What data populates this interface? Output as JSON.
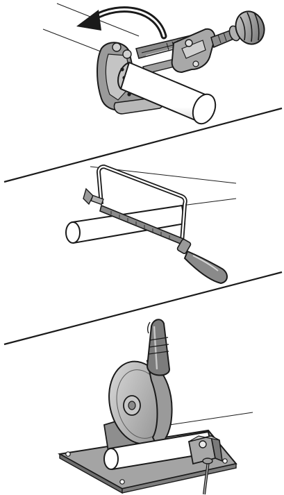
{
  "colors": {
    "background": "#ffffff",
    "ink": "#1a1a1a",
    "tool_fill": "#a9a9a9",
    "tool_dark": "#6e6e6e",
    "tool_light": "#cfcfcf",
    "pipe_fill": "#ffffff"
  },
  "panels": [
    {
      "name": "pipe-cutter-panel",
      "tool": "pipe-cutter-icon",
      "annotation": "rotation-arrow-icon"
    },
    {
      "name": "hacksaw-panel",
      "tool": "hacksaw-icon"
    },
    {
      "name": "abrasive-cut-off-saw-panel",
      "tool": "cut-off-saw-icon"
    }
  ]
}
